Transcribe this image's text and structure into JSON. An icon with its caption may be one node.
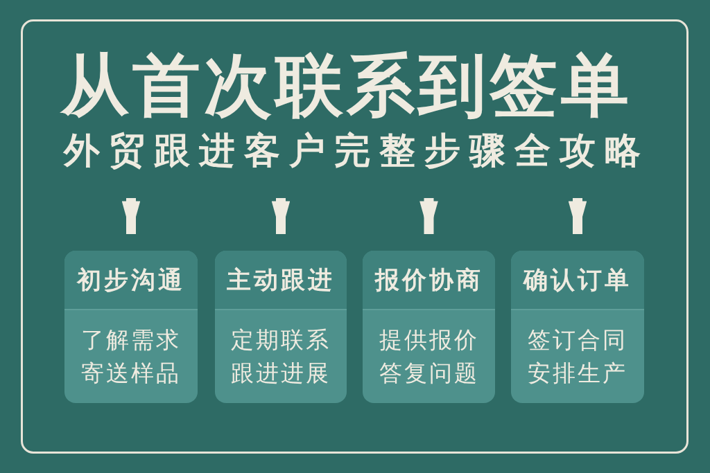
{
  "diagram": {
    "title": "从首次联系到签单",
    "nodes": [
      {
        "text": [
          "初步沟通",
          "了解需求",
          "寄送样品"
        ]
      },
      {
        "text": [
          "主动跟进",
          "定期联系",
          "跟进进展"
        ]
      },
      {
        "text": [
          "报价协商",
          "提供报价",
          "答复问题"
        ]
      },
      {
        "text": [
          "确认订单",
          "签订合同",
          "安排生产"
        ]
      }
    ],
    "edges": [
      {
        "from": null,
        "to": 0,
        "arrow": "to"
      },
      {
        "from": null,
        "to": 1,
        "arrow": "to"
      },
      {
        "from": null,
        "to": 2,
        "arrow": "to"
      },
      {
        "from": null,
        "to": 3,
        "arrow": "to"
      }
    ],
    "labels": [
      "外贸跟进客户完整步骤全攻略"
    ]
  }
}
